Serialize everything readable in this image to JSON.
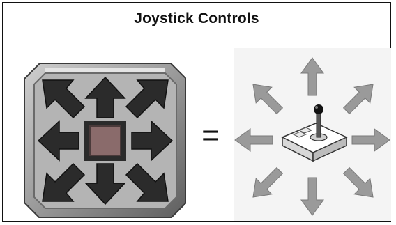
{
  "title": "Joystick Controls",
  "equals_sign": "=",
  "icons": {
    "pixel_icon": "eight-direction-arrows-icon",
    "diagram_icon": "joystick-icon",
    "arrow_icon": "arrow-icon"
  },
  "colors": {
    "frame": "#111111",
    "icon_outer": "#7d7d7d",
    "icon_inner": "#a9a9a9",
    "icon_highlight": "#d6d6d6",
    "arrow_dark": "#2a2a2a",
    "center_square": "#8a6b6b",
    "diagram_arrow": "#9a9a9a",
    "diagram_bg": "#f3f3f3"
  },
  "directions": [
    "n",
    "ne",
    "e",
    "se",
    "s",
    "sw",
    "w",
    "nw"
  ]
}
